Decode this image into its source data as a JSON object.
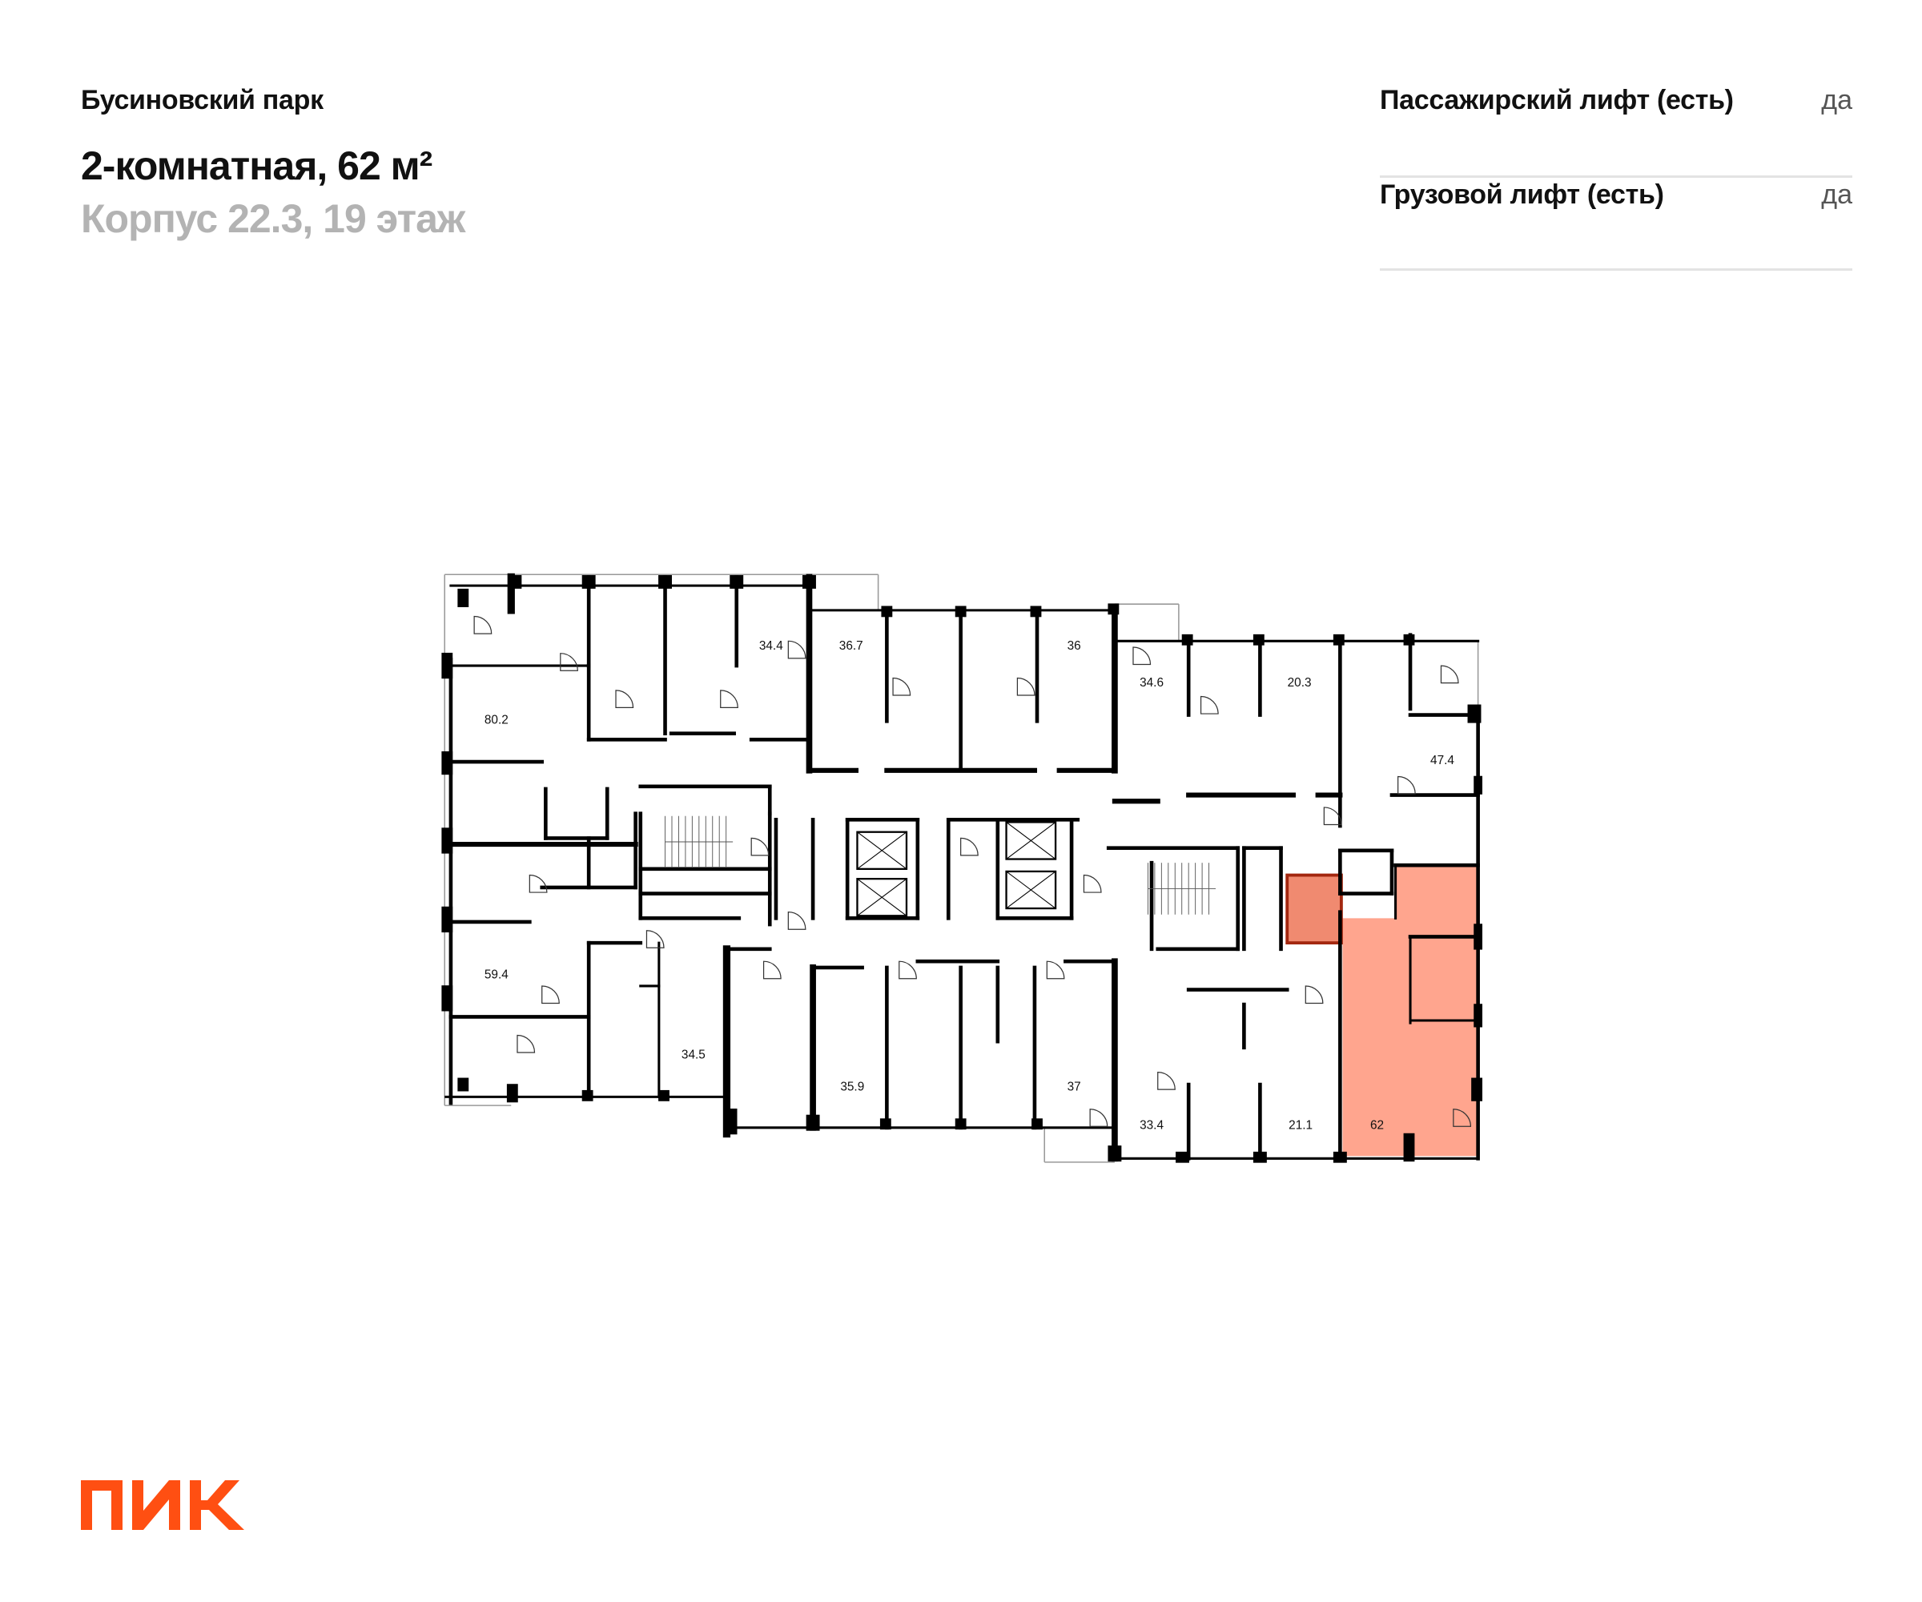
{
  "header": {
    "project": "Бусиновский парк",
    "title": "2-комнатная, 62 м²",
    "subtitle": "Корпус 22.3, 19 этаж"
  },
  "features": [
    {
      "label": "Пассажирский лифт (есть)",
      "value": "да"
    },
    {
      "label": "Грузовой лифт (есть)",
      "value": "да"
    }
  ],
  "floor_plan": {
    "highlight_color": "#FFA58E",
    "highlight_border": "#C0391B",
    "apartments": [
      {
        "area": "80.2"
      },
      {
        "area": "34.4"
      },
      {
        "area": "36.7"
      },
      {
        "area": "36"
      },
      {
        "area": "34.6"
      },
      {
        "area": "20.3"
      },
      {
        "area": "47.4"
      },
      {
        "area": "59.4"
      },
      {
        "area": "34.5"
      },
      {
        "area": "35.9"
      },
      {
        "area": "37"
      },
      {
        "area": "33.4"
      },
      {
        "area": "21.1"
      },
      {
        "area": "62",
        "selected": true
      }
    ]
  },
  "logo": {
    "text": "ПИК",
    "color": "#FF4F12"
  }
}
